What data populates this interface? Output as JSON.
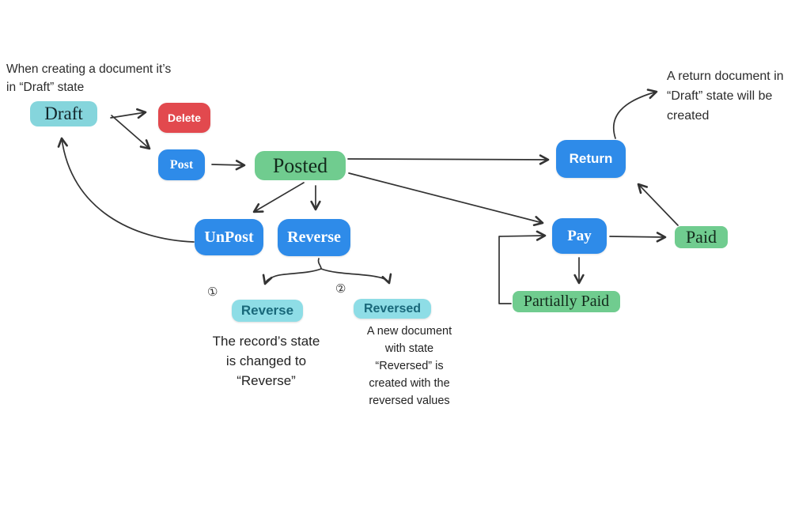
{
  "colors": {
    "blue": "#2e8be9",
    "green": "#70cc8f",
    "red": "#e2494e",
    "cyan": "#85d5dc",
    "light_cyan": "#8edde6",
    "teal_text": "#19687a",
    "arrow": "#333333"
  },
  "nodes": {
    "draft": "Draft",
    "delete": "Delete",
    "post": "Post",
    "posted": "Posted",
    "return": "Return",
    "unpost": "UnPost",
    "reverse": "Reverse",
    "pay": "Pay",
    "paid": "Paid",
    "partially_paid": "Partially Paid",
    "reverse_outcome": "Reverse",
    "reversed_outcome": "Reversed"
  },
  "annotations": {
    "draft_note": "When creating a document it’s\nin “Draft” state",
    "return_note": "A return document in\n“Draft” state will be\ncreated",
    "marker_1": "①",
    "marker_2": "②",
    "reverse_note": "The record’s state\nis changed to\n“Reverse”",
    "reversed_note": "A new document\nwith state\n“Reversed” is\ncreated with the\nreversed values"
  }
}
